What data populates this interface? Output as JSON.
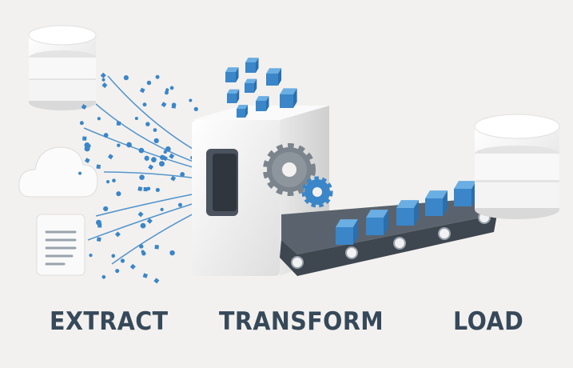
{
  "stages": {
    "extract": "EXTRACT",
    "transform": "TRANSFORM",
    "load": "LOAD"
  },
  "sources": [
    "database-icon",
    "cloud-icon",
    "document-icon"
  ],
  "colors": {
    "accent": "#3a86c8",
    "text": "#36495a",
    "background": "#f3f1ef",
    "conveyor": "#4a535e"
  }
}
